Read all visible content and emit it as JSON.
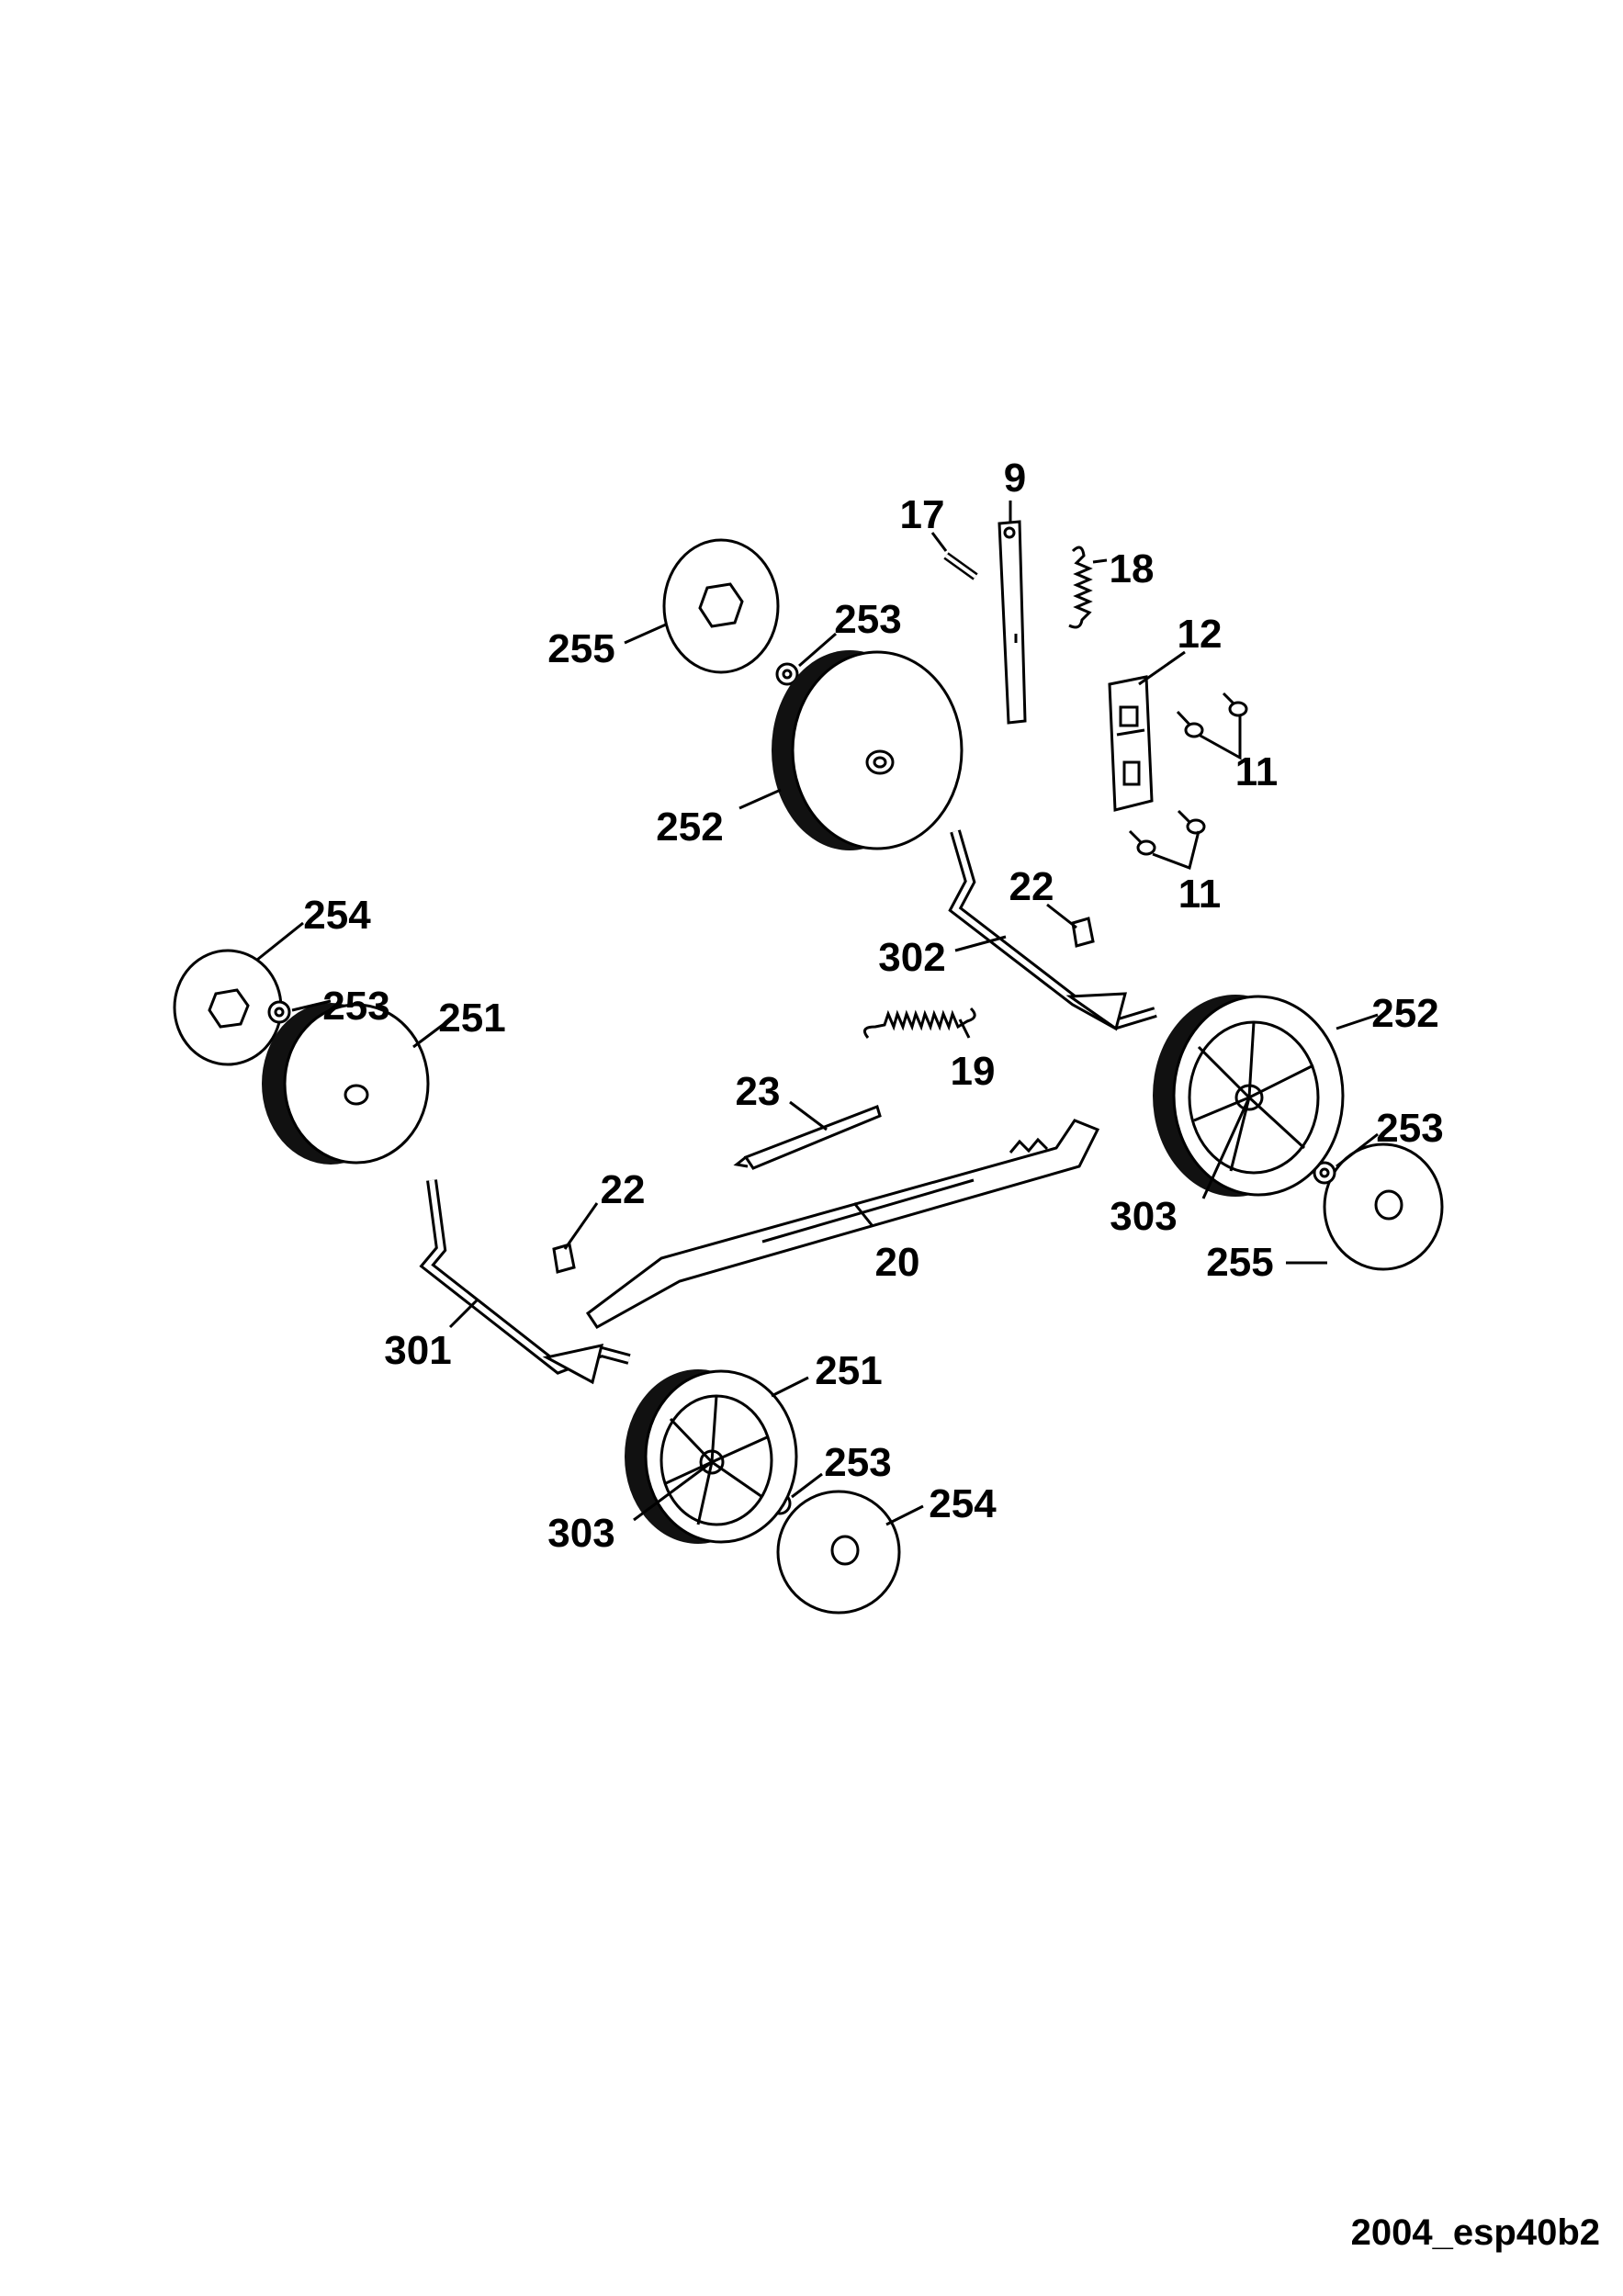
{
  "diagram": {
    "reference_code": "2004_esp40b2",
    "labels": {
      "p9": "9",
      "p17": "17",
      "p18": "18",
      "p253_top": "253",
      "p255_top": "255",
      "p12": "12",
      "p11_a": "11",
      "p252_top": "252",
      "p11_b": "11",
      "p22_right": "22",
      "p254_left": "254",
      "p302": "302",
      "p252_right": "252",
      "p253_left": "253",
      "p251_left": "251",
      "p19": "19",
      "p23": "23",
      "p253_right": "253",
      "p22_left": "22",
      "p303_right": "303",
      "p20": "20",
      "p255_right": "255",
      "p301": "301",
      "p251_bottom": "251",
      "p253_bottom": "253",
      "p254_bottom": "254",
      "p303_bottom": "303"
    }
  }
}
